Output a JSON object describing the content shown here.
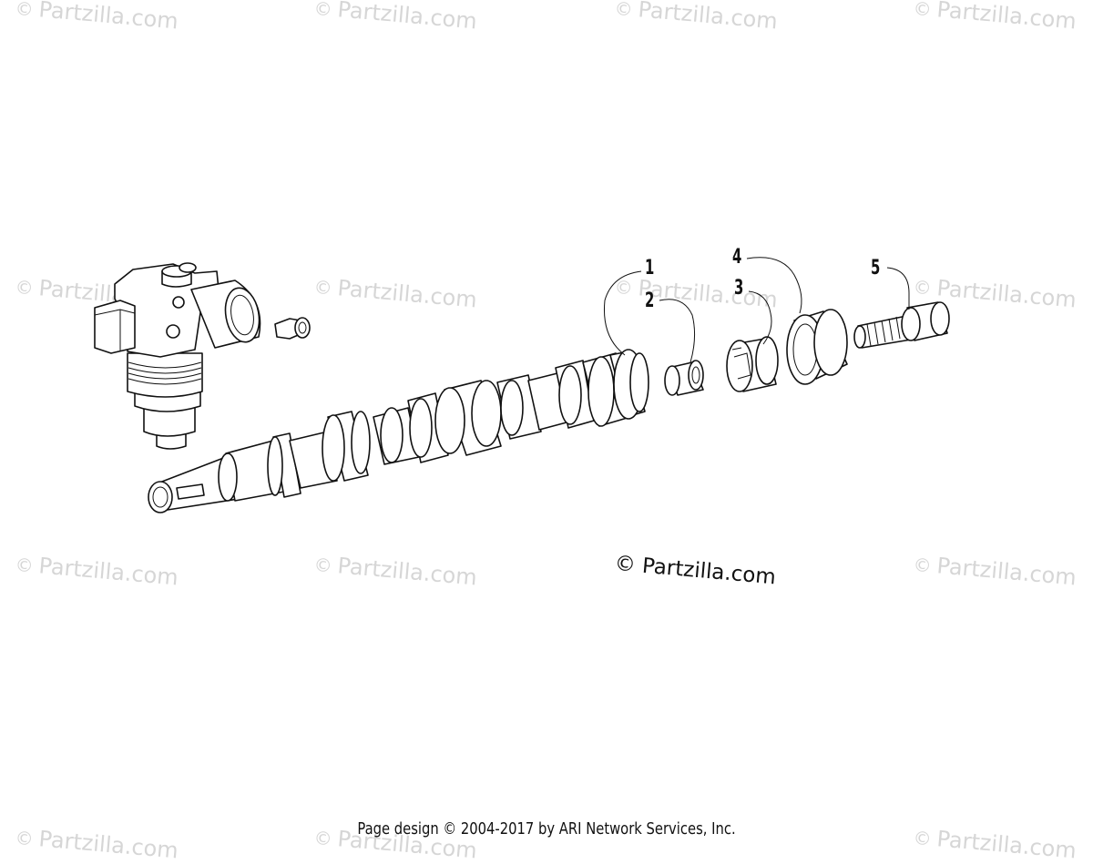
{
  "watermark": {
    "text": "Partzilla.com",
    "symbol": "©"
  },
  "credit": {
    "text": "© Partzilla.com"
  },
  "callouts": [
    "1",
    "2",
    "3",
    "4",
    "5"
  ],
  "footer": {
    "text": "Page design © 2004-2017 by ARI Network Services, Inc."
  },
  "colors": {
    "line": "#111111",
    "watermark": "#d6d6d6",
    "background": "#ffffff"
  }
}
